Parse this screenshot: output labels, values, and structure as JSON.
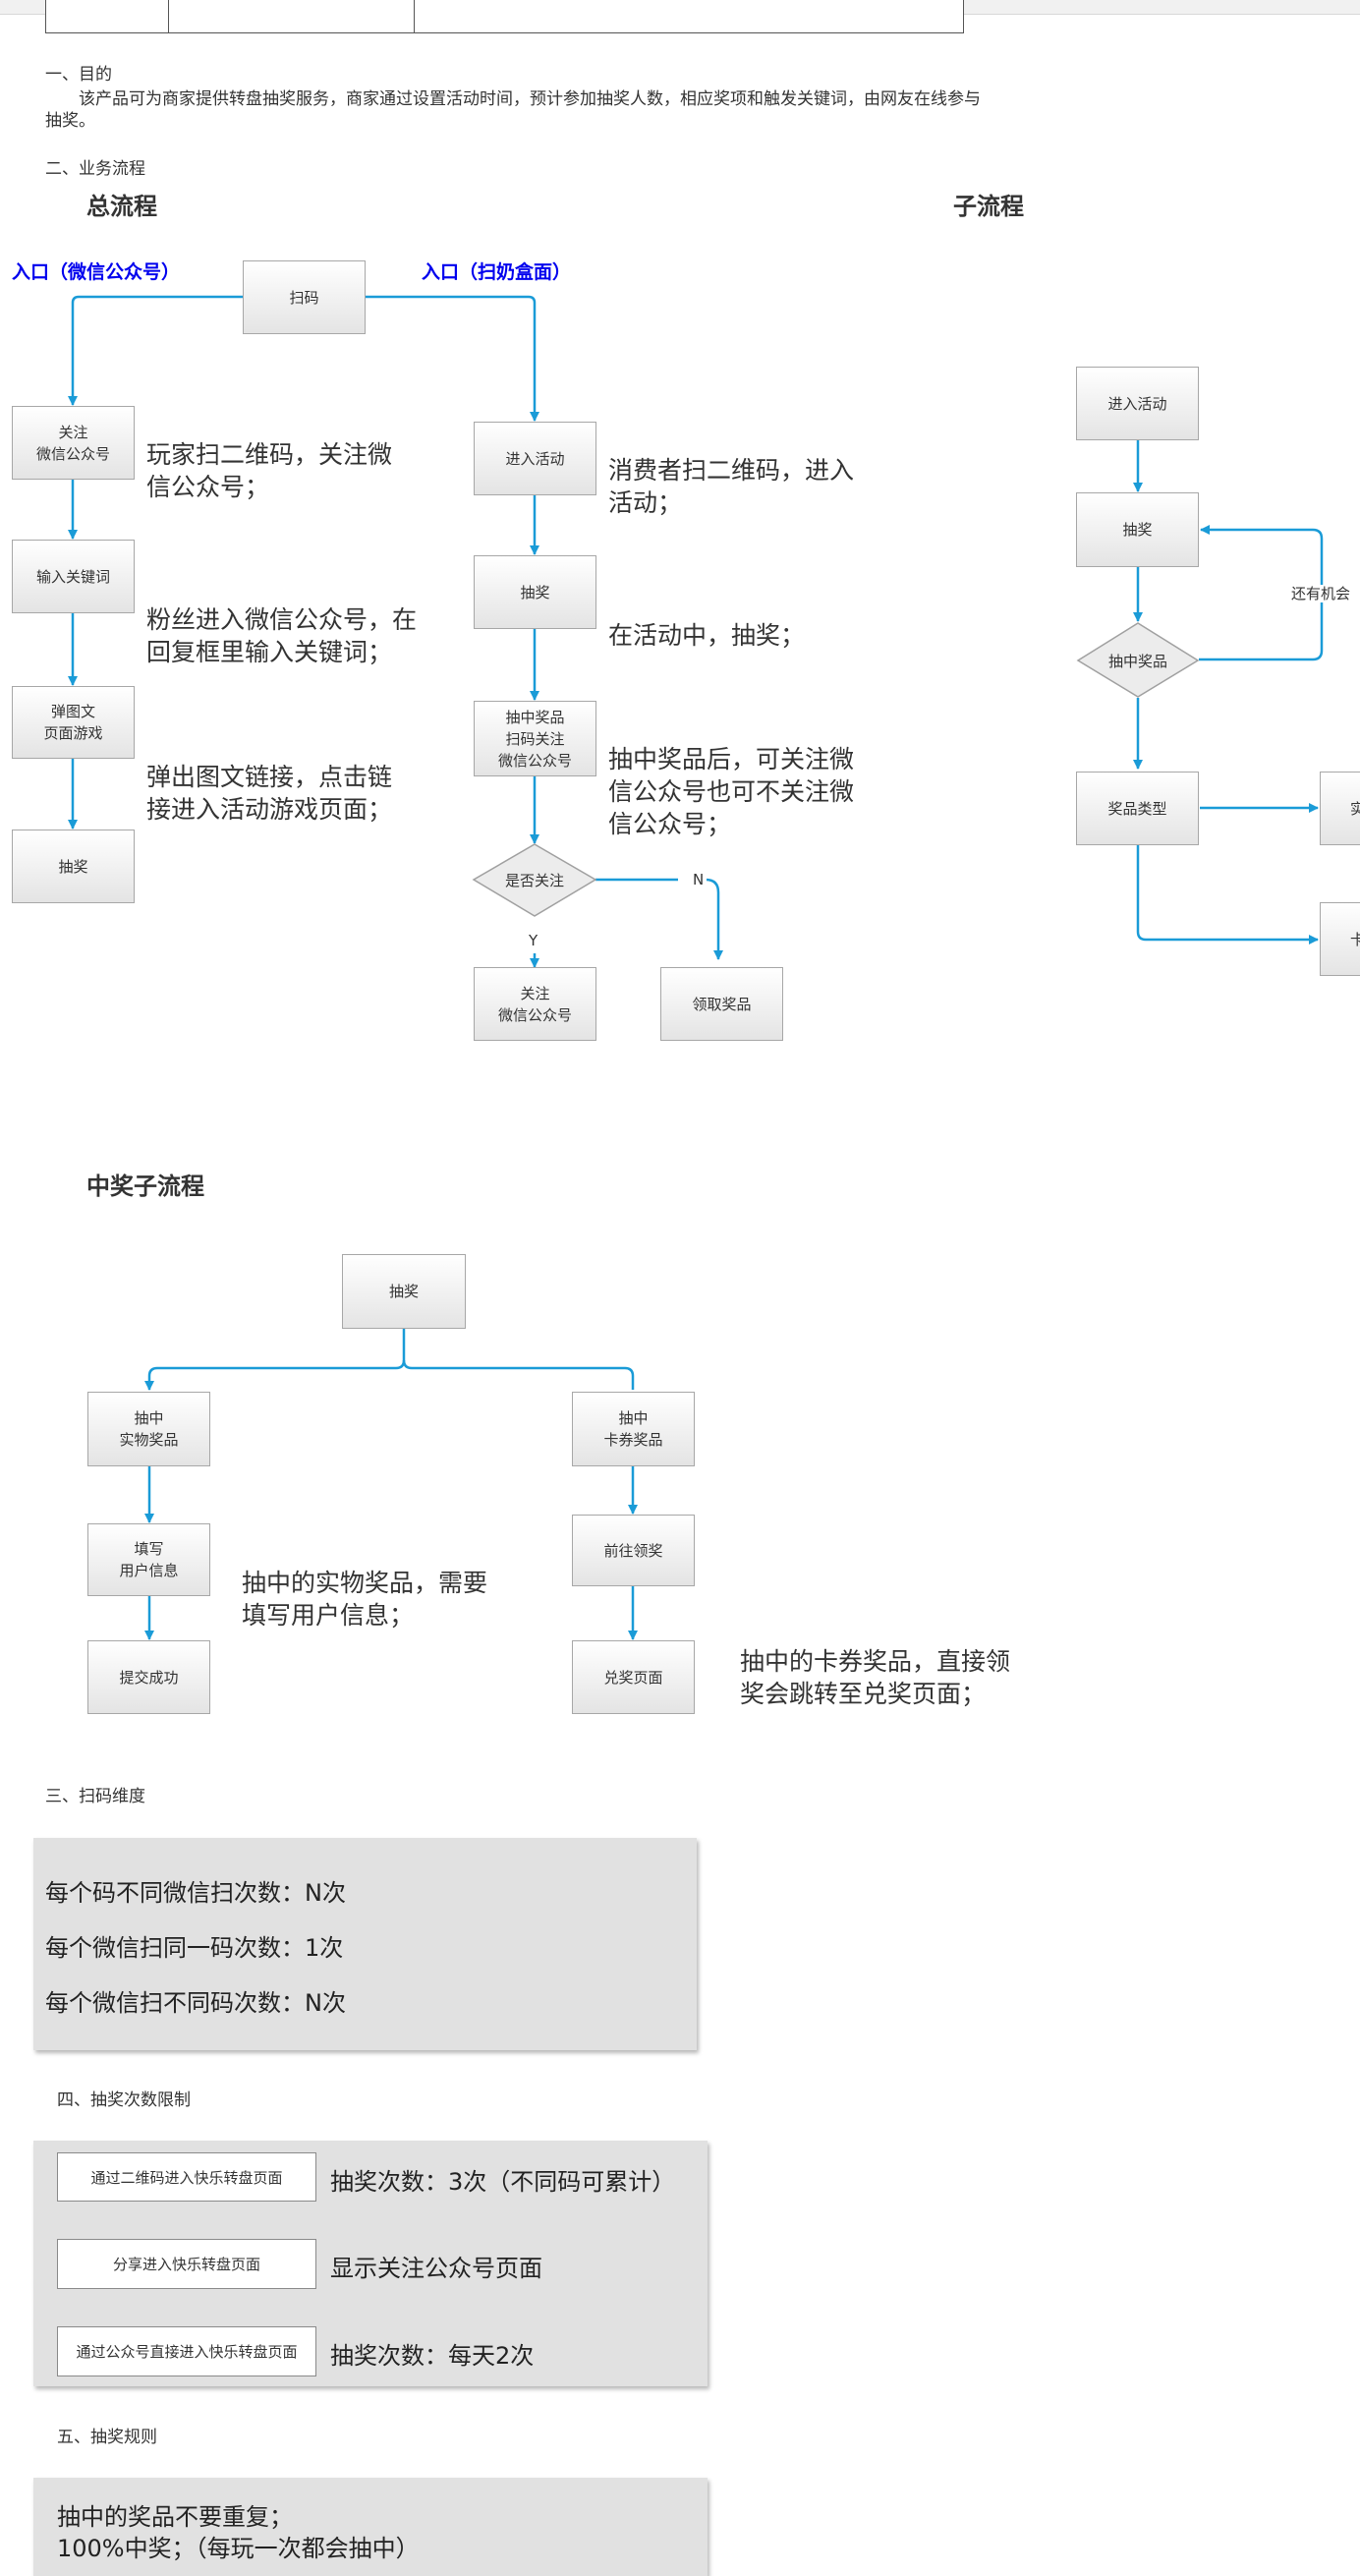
{
  "section1": {
    "heading": "一、目的",
    "body": "该产品可为商家提供转盘抽奖服务，商家通过设置活动时间，预计参加抽奖人数，相应奖项和触发关键词，由网友在线参与抽奖。"
  },
  "section2": {
    "heading": "二、业务流程",
    "main_flow_title": "总流程",
    "sub_flow_title": "子流程",
    "entry_wechat": "入口（微信公众号）",
    "entry_milk": "入口（扫奶盒面）",
    "nodes": {
      "scan": "扫码",
      "follow_account": "关注\n微信公众号",
      "input_keyword": "输入关键词",
      "popup_game": "弹图文\n页面游戏",
      "draw_left": "抽奖",
      "enter_activity": "进入活动",
      "draw_mid": "抽奖",
      "win_scan_follow": "抽中奖品\n扫码关注\n微信公众号",
      "is_follow": "是否关注",
      "follow_account2": "关注\n微信公众号",
      "claim_prize": "领取奖品",
      "sub_enter": "进入活动",
      "sub_draw": "抽奖",
      "sub_win": "抽中奖品",
      "sub_prize_type": "奖品类型",
      "sub_physical_partial": "实",
      "sub_card_partial": "卡"
    },
    "edge_labels": {
      "no": "N",
      "yes": "Y",
      "more_chances": "还有机会"
    },
    "notes": {
      "scan_follow": "玩家扫二维码，关注微信公众号；",
      "fan_keyword": "粉丝进入微信公众号，在回复框里输入关键词；",
      "popup_link": "弹出图文链接，点击链接进入活动游戏页面；",
      "consumer_scan": "消费者扫二维码，进入活动；",
      "in_activity": "在活动中，抽奖；",
      "after_win": "抽中奖品后，可关注微信公众号也可不关注微信公众号；"
    }
  },
  "winning_flow": {
    "title": "中奖子流程",
    "nodes": {
      "draw": "抽奖",
      "win_physical": "抽中\n实物奖品",
      "fill_info": "填写\n用户信息",
      "submit_ok": "提交成功",
      "win_card": "抽中\n卡券奖品",
      "go_claim": "前往领奖",
      "redeem_page": "兑奖页面"
    },
    "notes": {
      "physical": "抽中的实物奖品，需要填写用户信息；",
      "card": "抽中的卡券奖品，直接领奖会跳转至兑奖页面；"
    }
  },
  "section3": {
    "heading": "三、扫码维度",
    "lines": [
      "每个码不同微信扫次数：N次",
      "每个微信扫同一码次数：1次",
      "每个微信扫不同码次数：N次"
    ]
  },
  "section4": {
    "heading": "四、抽奖次数限制",
    "rows": [
      {
        "entry": "通过二维码进入快乐转盘页面",
        "rule": "抽奖次数：3次（不同码可累计）"
      },
      {
        "entry": "分享进入快乐转盘页面",
        "rule": "显示关注公众号页面"
      },
      {
        "entry": "通过公众号直接进入快乐转盘页面",
        "rule": "抽奖次数：每天2次"
      }
    ]
  },
  "section5": {
    "heading": "五、抽奖规则",
    "lines": [
      "抽中的奖品不要重复；",
      "100%中奖；（每玩一次都会抽中）"
    ]
  },
  "colors": {
    "arrow": "#1a9bd7",
    "entry_text": "#0000ee",
    "panel_bg": "#e1e1e1"
  }
}
